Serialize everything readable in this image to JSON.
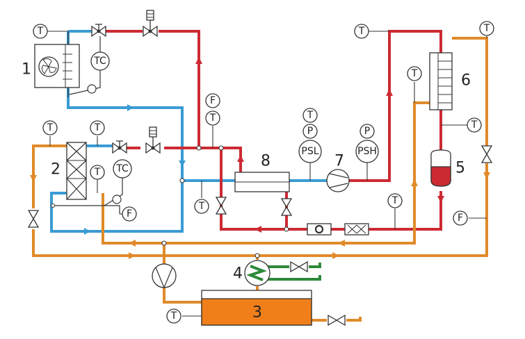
{
  "colors": {
    "hot_refrigerant": "#cc2a33",
    "cold_refrigerant": "#3a9bd4",
    "coolant": "#e08a2a",
    "tank_fill": "#f07f1a",
    "secondary": "#2c8a3a",
    "line": "#333333"
  },
  "components": {
    "c1": "1",
    "c2": "2",
    "c3": "3",
    "c4": "4",
    "c5": "5",
    "c6": "6",
    "c7": "7",
    "c8": "8"
  },
  "instruments": {
    "T": "T",
    "TC": "TC",
    "F": "F",
    "P": "P",
    "PSL": "PSL",
    "PSH": "PSH"
  },
  "icons": {
    "evaporator_fan": "fan-icon",
    "compressor": "compressor-icon",
    "pump": "pump-icon",
    "valve": "valve-icon",
    "solenoid": "solenoid-icon",
    "filter": "filter-drier-icon",
    "sight_glass": "sight-glass-icon"
  }
}
